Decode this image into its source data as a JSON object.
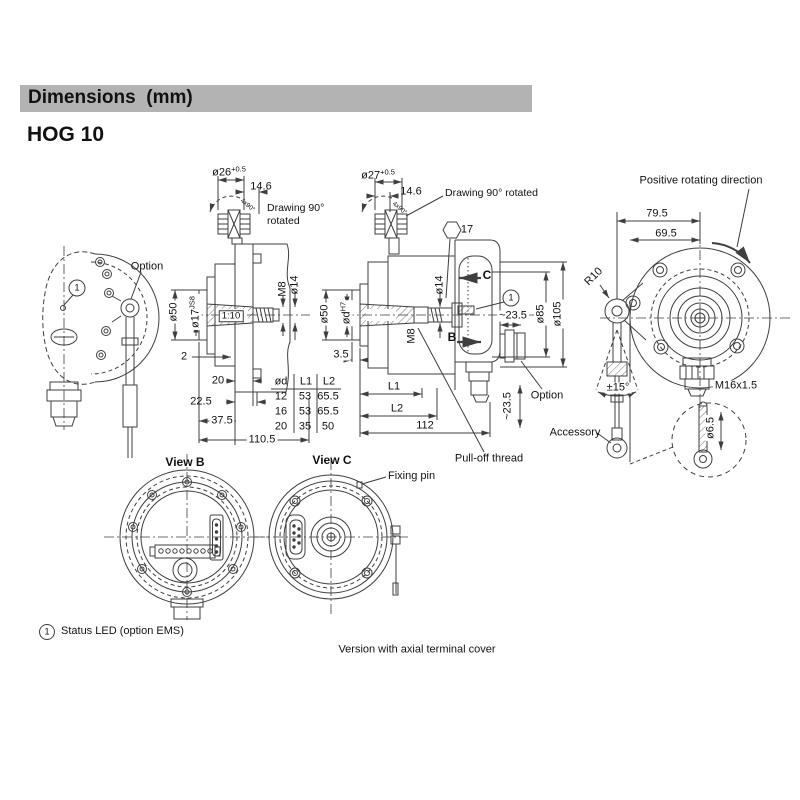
{
  "colors": {
    "header_bar": "#b3b3b3",
    "line_art": "#3f3f3f",
    "background": "#ffffff",
    "text": "#111111"
  },
  "header": {
    "title": "Dimensions  (mm)",
    "model": "HOG 10"
  },
  "side_view": {
    "option": "Option",
    "callout": "1"
  },
  "section_view_1": {
    "connector_dia": "ø26",
    "connector_dia_tol": "+0.5",
    "connector_depth": "14.6",
    "rotated_note_line1": "Drawing 90°",
    "rotated_note_line2": "rotated",
    "screw_note": "4x90°",
    "flange_dia": "ø50",
    "shaft_dia": "ø17",
    "shaft_dia_tol": "JS8",
    "taper": "1:10",
    "thread": "M8",
    "tip_dia": "ø14",
    "dim_plate": "2",
    "dim_20": "20",
    "dim_22_5": "22.5",
    "dim_37_5": "37.5",
    "dim_total": "110.5"
  },
  "section_view_2": {
    "connector_dia": "ø27",
    "connector_dia_tol": "+0.5",
    "connector_depth": "14.6",
    "rotated_note": "Drawing 90° rotated",
    "screw_note": "4x90°",
    "hex_size": "17",
    "flange_dia": "ø50",
    "bore_dia": "ød",
    "bore_dia_tol": "H7",
    "thread": "M8",
    "tip_dia": "ø14",
    "view_c_marker": "C",
    "view_b_marker": "B",
    "callout": "1",
    "dim_led": "~23.5",
    "housing_dia": "ø85",
    "outer_dia": "ø105",
    "dim_3_5": "3.5",
    "dim_l1": "L1",
    "dim_l2": "L2",
    "dim_total": "112",
    "dim_gland": "~23.5",
    "option": "Option",
    "pull_off": "Pull-off thread"
  },
  "shaft_table": {
    "headers": [
      "ød",
      "L1",
      "L2"
    ],
    "rows": [
      [
        "12",
        "53",
        "65.5"
      ],
      [
        "16",
        "53",
        "65.5"
      ],
      [
        "20",
        "35",
        "50"
      ]
    ]
  },
  "front_view": {
    "rotation_note": "Positive rotating direction",
    "dim_79_5": "79.5",
    "dim_69_5": "69.5",
    "radius": "R10",
    "swing_angle": "±15°",
    "gland_thread": "M16x1.5",
    "accessory": "Accessory",
    "pin_dia": "ø6.5"
  },
  "view_b": {
    "title": "View B"
  },
  "view_c": {
    "title": "View C",
    "fixing_pin": "Fixing pin"
  },
  "footnote": {
    "callout": "1",
    "text": "Status LED (option EMS)"
  },
  "caption": "Version with axial terminal cover"
}
